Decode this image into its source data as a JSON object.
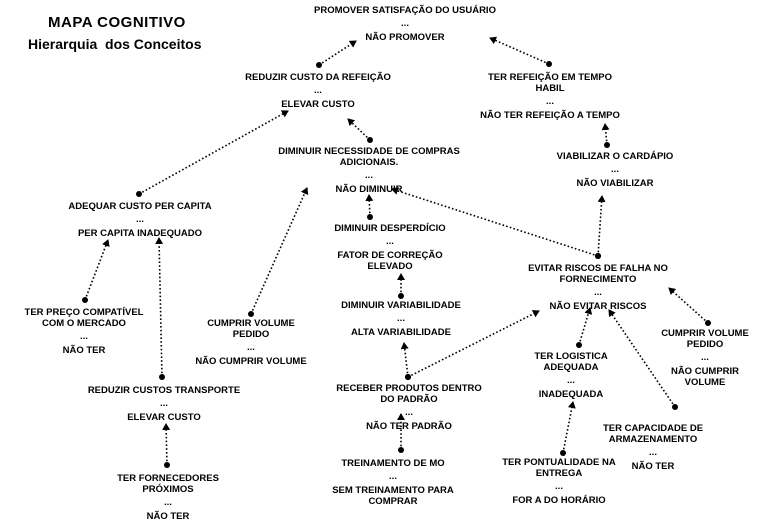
{
  "title": "MAPA COGNITIVO",
  "subtitle": "Hierarquia  dos Conceitos",
  "nodes": [
    {
      "id": "satisfacao",
      "lines": [
        "PROMOVER SATISFAÇÃO DO USUÁRIO",
        "...",
        "NÃO PROMOVER"
      ]
    },
    {
      "id": "custo-refeicao",
      "lines": [
        "REDUZIR CUSTO DA REFEIÇÃO",
        "...",
        "ELEVAR CUSTO"
      ]
    },
    {
      "id": "refeicao-tempo",
      "lines": [
        "TER REFEIÇÃO EM TEMPO",
        "HABIL",
        "...",
        "NÃO TER REFEIÇÃO A TEMPO"
      ]
    },
    {
      "id": "compras-adicionais",
      "lines": [
        "DIMINUIR NECESSIDADE DE COMPRAS",
        "ADICIONAIS.",
        "...",
        "NÃO DIMINUIR"
      ]
    },
    {
      "id": "cardapio",
      "lines": [
        "VIABILIZAR O CARDÁPIO",
        "...",
        "NÃO VIABILIZAR"
      ]
    },
    {
      "id": "per-capita",
      "lines": [
        "ADEQUAR CUSTO  PER CAPITA",
        "...",
        "PER CAPITA INADEQUADO"
      ]
    },
    {
      "id": "desperdicio",
      "lines": [
        "DIMINUIR DESPERDÍCIO",
        "...",
        "FATOR DE CORREÇÃO",
        "ELEVADO"
      ]
    },
    {
      "id": "riscos",
      "lines": [
        "EVITAR RISCOS DE FALHA NO",
        "FORNECIMENTO",
        "...",
        "NÃO EVITAR RISCOS"
      ]
    },
    {
      "id": "variabilidade",
      "lines": [
        "DIMINUIR  VARIABILIDADE",
        "...",
        "ALTA VARIABILIDADE"
      ]
    },
    {
      "id": "preco",
      "lines": [
        "TER PREÇO COMPATÍVEL",
        "COM O MERCADO",
        "...",
        "NÃO TER"
      ]
    },
    {
      "id": "volume-1",
      "lines": [
        "CUMPRIR VOLUME",
        "PEDIDO",
        "...",
        "NÃO CUMPRIR VOLUME"
      ]
    },
    {
      "id": "logistica",
      "lines": [
        "TER LOGISTICA",
        "ADEQUADA",
        "...",
        "INADEQUADA"
      ]
    },
    {
      "id": "volume-2",
      "lines": [
        "CUMPRIR VOLUME",
        "PEDIDO",
        "...",
        "NÃO CUMPRIR",
        "VOLUME"
      ]
    },
    {
      "id": "transporte",
      "lines": [
        "REDUZIR CUSTOS TRANSPORTE",
        "...",
        "ELEVAR CUSTO"
      ]
    },
    {
      "id": "padrao",
      "lines": [
        "RECEBER PRODUTOS DENTRO",
        "DO PADRÃO",
        "...",
        "NÃO  TER PADRÃO"
      ]
    },
    {
      "id": "armazenamento",
      "lines": [
        "TER CAPACIDADE DE",
        "ARMAZENAMENTO",
        "...",
        "NÃO TER"
      ]
    },
    {
      "id": "treinamento",
      "lines": [
        "TREINAMENTO DE MO",
        "...",
        "SEM TREINAMENTO PARA",
        "COMPRAR"
      ]
    },
    {
      "id": "pontualidade",
      "lines": [
        "TER PONTUALIDADE NA",
        "ENTREGA",
        "...",
        "FOR A DO HORÁRIO"
      ]
    },
    {
      "id": "fornecedores",
      "lines": [
        "TER FORNECEDORES",
        "PRÓXIMOS",
        "...",
        "NÃO TER"
      ]
    }
  ],
  "links": [
    {
      "from": "custo-refeicao",
      "to": "satisfacao"
    },
    {
      "from": "refeicao-tempo",
      "to": "satisfacao"
    },
    {
      "from": "compras-adicionais",
      "to": "custo-refeicao"
    },
    {
      "from": "per-capita",
      "to": "custo-refeicao"
    },
    {
      "from": "cardapio",
      "to": "refeicao-tempo"
    },
    {
      "from": "riscos",
      "to": "cardapio"
    },
    {
      "from": "riscos",
      "to": "compras-adicionais"
    },
    {
      "from": "desperdicio",
      "to": "compras-adicionais"
    },
    {
      "from": "volume-1",
      "to": "compras-adicionais"
    },
    {
      "from": "variabilidade",
      "to": "desperdicio"
    },
    {
      "from": "padrao",
      "to": "variabilidade"
    },
    {
      "from": "padrao",
      "to": "riscos"
    },
    {
      "from": "treinamento",
      "to": "padrao"
    },
    {
      "from": "preco",
      "to": "per-capita"
    },
    {
      "from": "transporte",
      "to": "per-capita"
    },
    {
      "from": "fornecedores",
      "to": "transporte"
    },
    {
      "from": "logistica",
      "to": "riscos"
    },
    {
      "from": "pontualidade",
      "to": "logistica"
    },
    {
      "from": "armazenamento",
      "to": "riscos"
    },
    {
      "from": "volume-2",
      "to": "riscos"
    }
  ]
}
